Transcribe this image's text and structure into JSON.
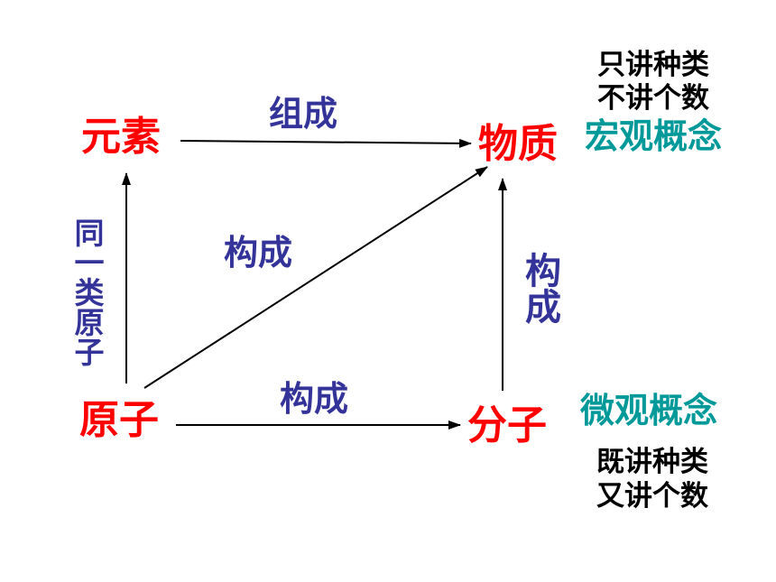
{
  "nodes": {
    "element": "元素",
    "substance": "物质",
    "atom": "原子",
    "molecule": "分子"
  },
  "edges": {
    "compose": "组成",
    "construct_diagonal": "构成",
    "construct_vertical": "构成",
    "construct_bottom": "构成",
    "same_kind_atoms": "同一类原子"
  },
  "concepts": {
    "macro": "宏观概念",
    "micro": "微观概念"
  },
  "notes": {
    "macro_line1": "只讲种类",
    "macro_line2": "不讲个数",
    "micro_line1": "既讲种类",
    "micro_line2": "又讲个数"
  },
  "colors": {
    "node": "#ff0000",
    "edge_label": "#333399",
    "concept": "#009999",
    "note": "#000000",
    "arrow": "#000000"
  }
}
